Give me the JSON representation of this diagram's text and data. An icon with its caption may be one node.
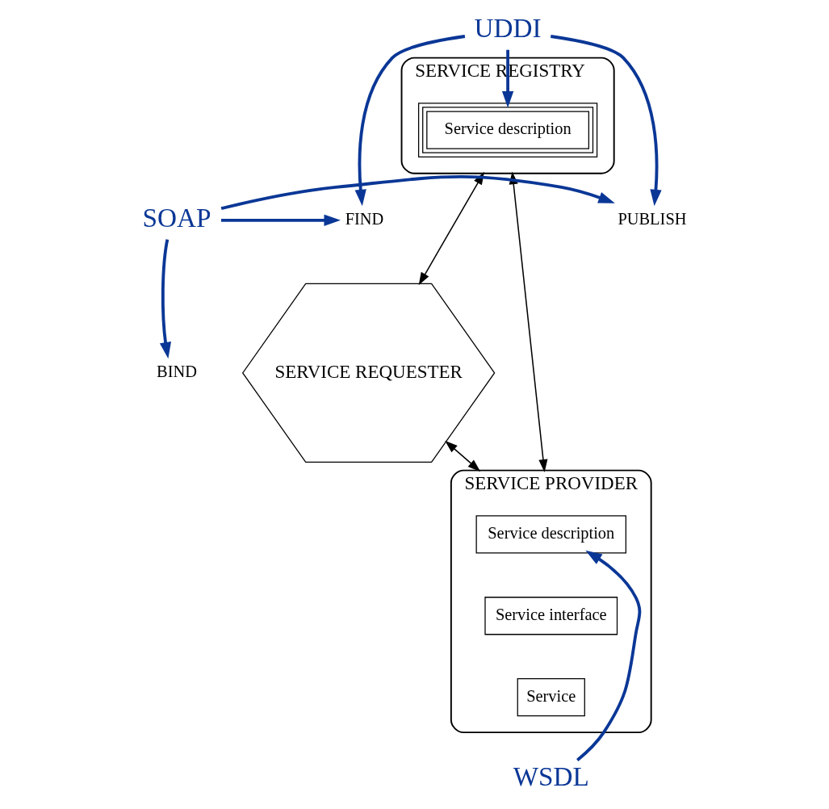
{
  "diagram": {
    "nodes": [
      {
        "text": [
          "SERVICE REGISTRY"
        ]
      },
      {
        "text": [
          "Service description"
        ],
        "in": 0
      },
      {
        "text": [
          "SERVICE REQUESTER"
        ]
      },
      {
        "text": [
          "SERVICE PROVIDER"
        ]
      },
      {
        "text": [
          "Service description"
        ],
        "in": 3
      },
      {
        "text": [
          "Service interface"
        ],
        "in": 3
      },
      {
        "text": [
          "Service"
        ],
        "in": 3
      },
      {
        "text": [
          "UDDI"
        ]
      },
      {
        "text": [
          "SOAP"
        ]
      },
      {
        "text": [
          "WSDL"
        ]
      },
      {
        "text": [
          "FIND"
        ]
      },
      {
        "text": [
          "PUBLISH"
        ]
      },
      {
        "text": [
          "BIND"
        ]
      }
    ],
    "edges": [
      {
        "from": 0,
        "to": 2,
        "arrow": "both",
        "color": "#000000"
      },
      {
        "from": 3,
        "to": 0,
        "arrow": "both",
        "color": "#000000"
      },
      {
        "from": 2,
        "to": 3,
        "arrow": "both",
        "color": "#000000"
      },
      {
        "from": 7,
        "to": 10,
        "arrow": "to"
      },
      {
        "from": 7,
        "to": 1,
        "arrow": "to"
      },
      {
        "from": 7,
        "to": 11,
        "arrow": "to"
      },
      {
        "from": 8,
        "to": 10,
        "arrow": "to"
      },
      {
        "from": 8,
        "to": 11,
        "arrow": "to"
      },
      {
        "from": 8,
        "to": 12,
        "arrow": "to"
      },
      {
        "from": 9,
        "to": 4,
        "arrow": "to"
      }
    ]
  }
}
